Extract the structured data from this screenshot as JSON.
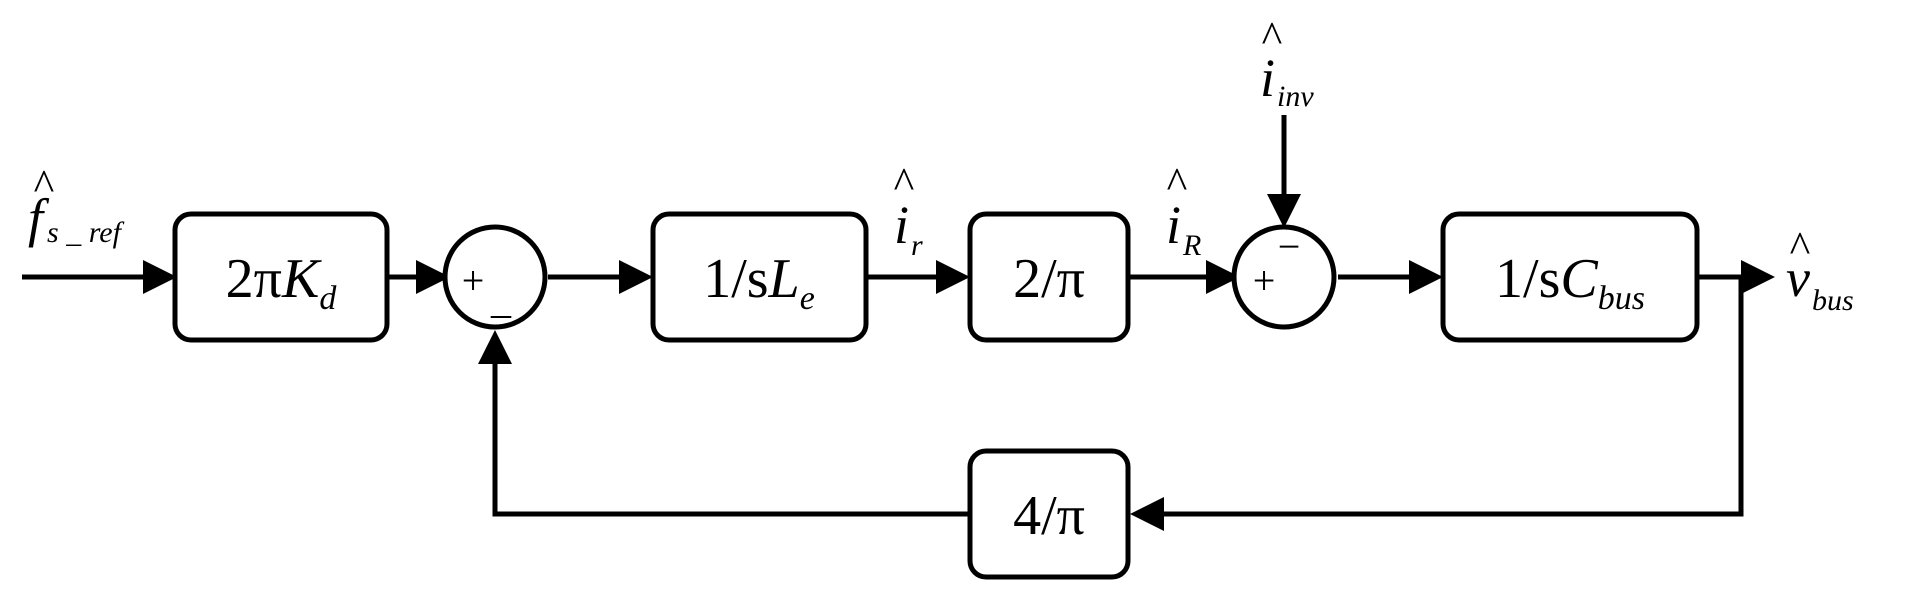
{
  "blocks": {
    "gain_kd": {
      "coef": "2π",
      "var": "K",
      "sub": "d"
    },
    "inductor": {
      "text": "1/s",
      "var": "L",
      "sub": "e"
    },
    "two_over_pi": {
      "text": "2/π"
    },
    "capacitor": {
      "text": "1/s",
      "var": "C",
      "sub": "bus"
    },
    "four_over_pi": {
      "text": "4/π"
    }
  },
  "signals": {
    "input": {
      "sym": "f",
      "sub": "s _ ref",
      "hat": "^"
    },
    "i_r": {
      "sym": "i",
      "sub": "r",
      "hat": "^"
    },
    "i_R": {
      "sym": "i",
      "sub": "R",
      "hat": "^"
    },
    "i_inv": {
      "sym": "i",
      "sub": "inv",
      "hat": "^"
    },
    "output": {
      "sym": "v",
      "sub": "bus",
      "hat": "^"
    }
  },
  "summers": {
    "sum1": {
      "plus": "+",
      "minus": "_"
    },
    "sum2": {
      "plus": "+",
      "minus": "−"
    }
  }
}
